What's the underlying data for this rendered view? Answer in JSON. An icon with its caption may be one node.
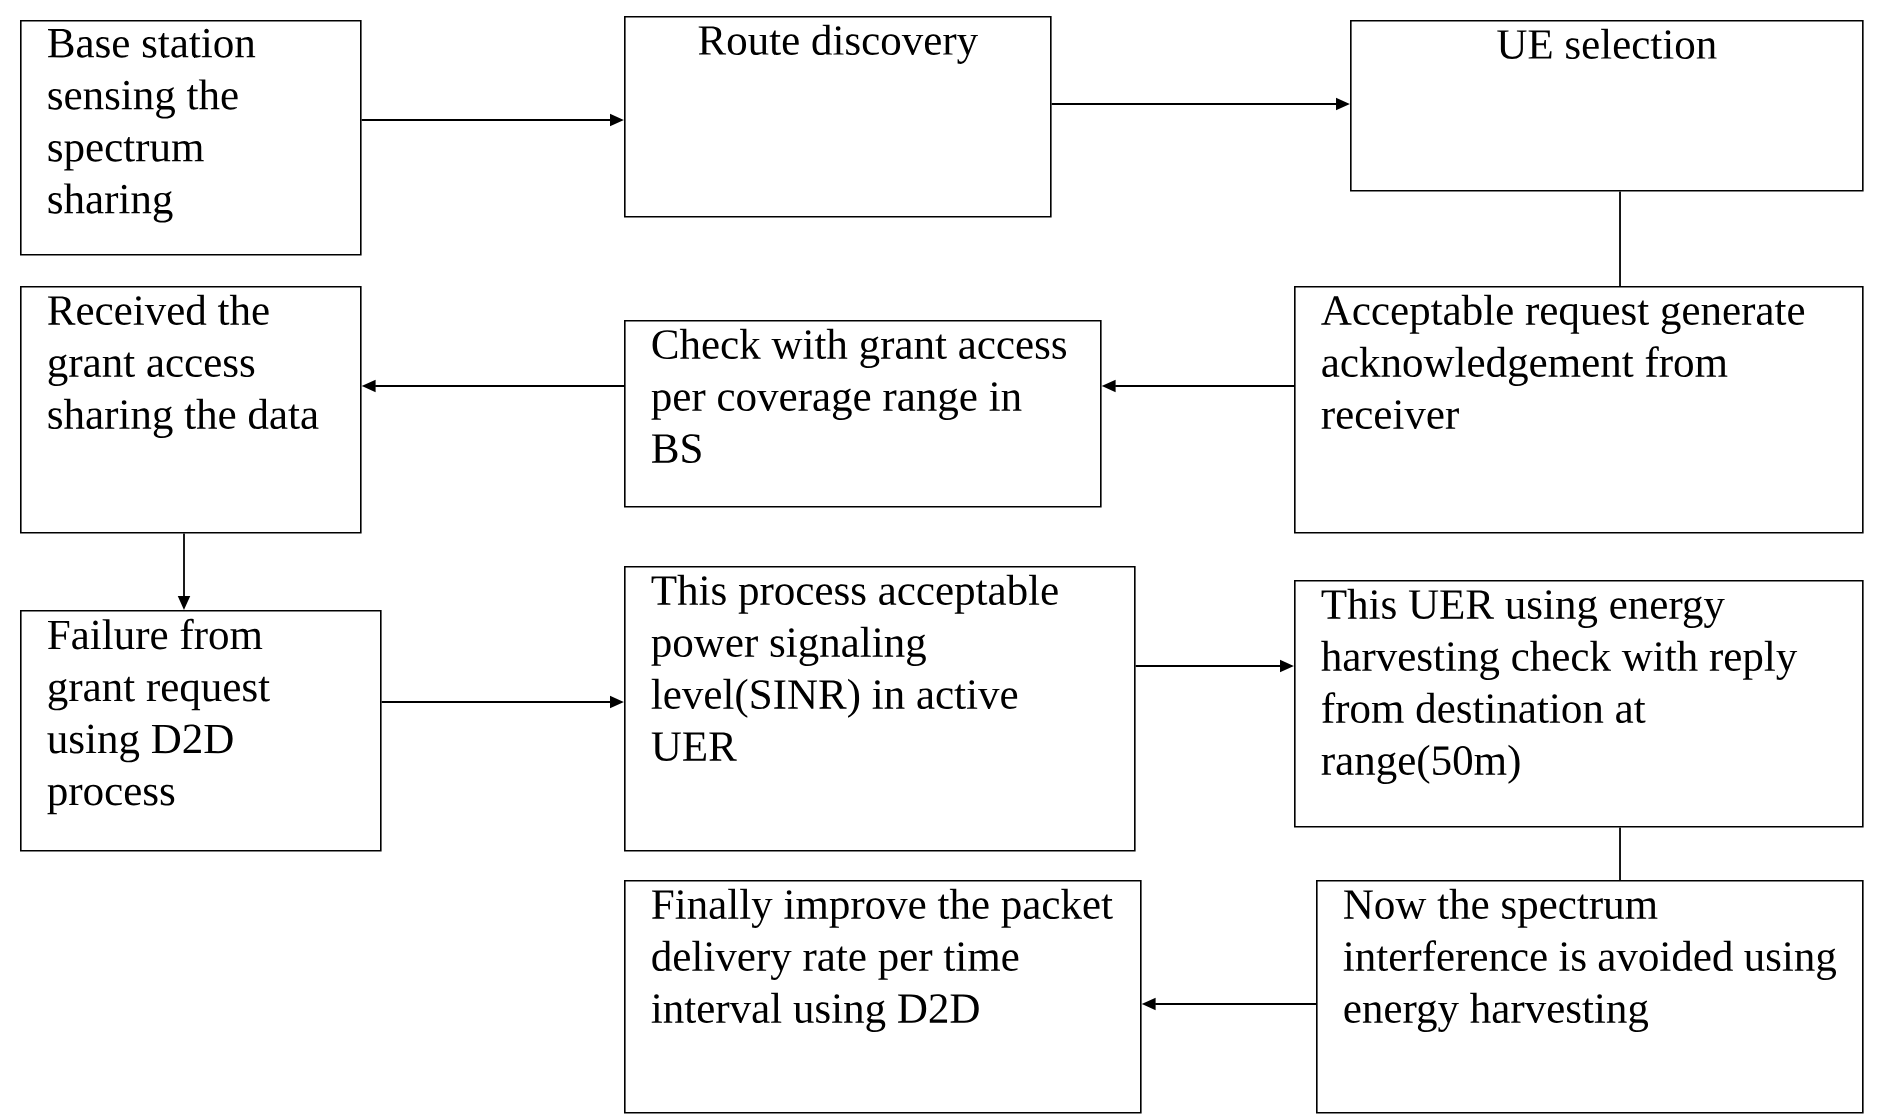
{
  "diagram": {
    "nodes": [
      {
        "text": [
          "Base station sensing the spectrum sharing"
        ]
      },
      {
        "text": [
          "Route discovery"
        ]
      },
      {
        "text": [
          "UE selection"
        ]
      },
      {
        "text": [
          "Acceptable request generate acknowledgement from receiver"
        ]
      },
      {
        "text": [
          "Check with grant access per coverage range in BS"
        ]
      },
      {
        "text": [
          "Received the grant access sharing the data"
        ]
      },
      {
        "text": [
          "Failure from grant request using D2D process"
        ]
      },
      {
        "text": [
          "This process acceptable power signaling level(SINR) in active UER"
        ]
      },
      {
        "text": [
          "This UER using energy harvesting check with reply from destination at range(50m)"
        ]
      },
      {
        "text": [
          "Now  the spectrum interference is avoided using energy harvesting"
        ]
      },
      {
        "text": [
          "Finally improve the packet delivery rate per time interval using D2D"
        ]
      }
    ],
    "edges": [
      {
        "from": 0,
        "to": 1,
        "arrow": "to"
      },
      {
        "from": 1,
        "to": 2,
        "arrow": "to"
      },
      {
        "from": 2,
        "to": 3,
        "arrow": "none"
      },
      {
        "from": 3,
        "to": 4,
        "arrow": "to"
      },
      {
        "from": 4,
        "to": 5,
        "arrow": "to"
      },
      {
        "from": 5,
        "to": 6,
        "arrow": "to"
      },
      {
        "from": 6,
        "to": 7,
        "arrow": "to"
      },
      {
        "from": 7,
        "to": 8,
        "arrow": "to"
      },
      {
        "from": 8,
        "to": 9,
        "arrow": "none"
      },
      {
        "from": 9,
        "to": 10,
        "arrow": "to"
      }
    ]
  }
}
